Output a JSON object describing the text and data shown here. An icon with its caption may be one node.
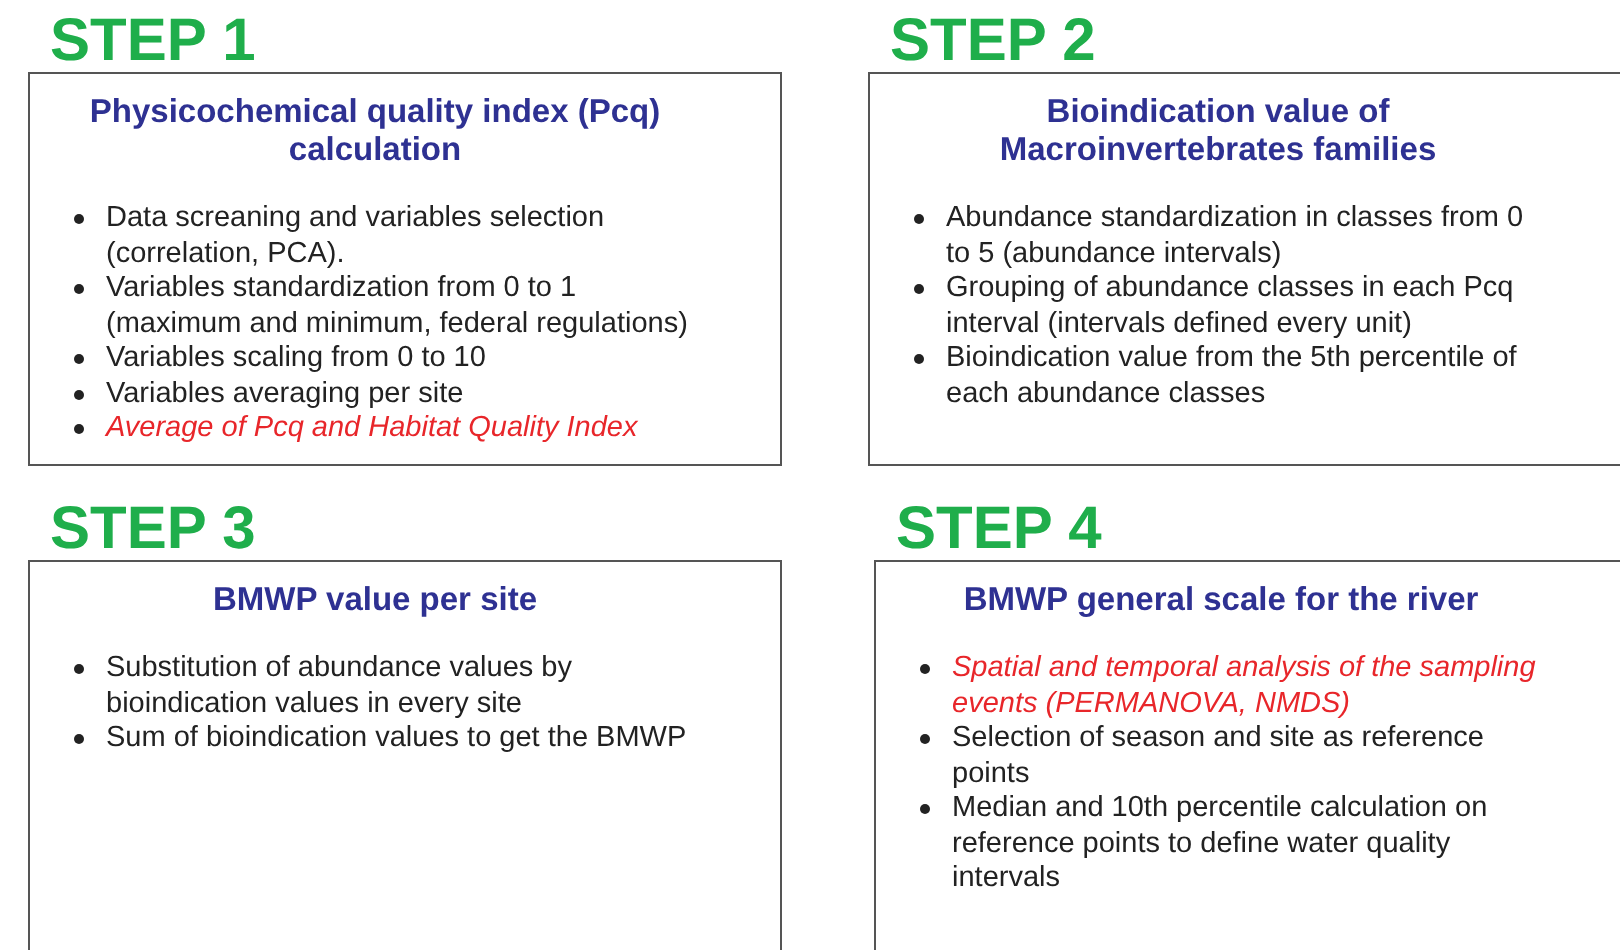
{
  "diagram": {
    "nodes": [
      {
        "text": [
          "STEP 1",
          "Physicochemical quality index (Pcq) calculation",
          "Data screaning and variables selection (correlation, PCA).",
          "Variables standardization from 0 to 1 (maximum and minimum, federal regulations)",
          "Variables scaling from 0 to 10",
          "Variables averaging per site",
          "Average of Pcq and Habitat Quality Index"
        ]
      },
      {
        "text": [
          "STEP 2",
          "Bioindication value of Macroinvertebrates families",
          "Abundance standardization in classes from 0 to 5 (abundance intervals)",
          "Grouping of abundance classes in each Pcq interval (intervals defined every unit)",
          "Bioindication value from the 5th percentile of each abundance classes"
        ]
      },
      {
        "text": [
          "STEP 3",
          "BMWP value per site",
          "Substitution of abundance values by bioindication values in every site",
          "Sum of bioindication values to get the BMWP"
        ]
      },
      {
        "text": [
          "STEP 4",
          "BMWP general scale for the river",
          "Spatial and temporal analysis of the sampling events (PERMANOVA, NMDS)",
          "Selection of season and site as reference points",
          "Median and 10th percentile calculation on reference points to define water quality intervals"
        ]
      }
    ]
  }
}
